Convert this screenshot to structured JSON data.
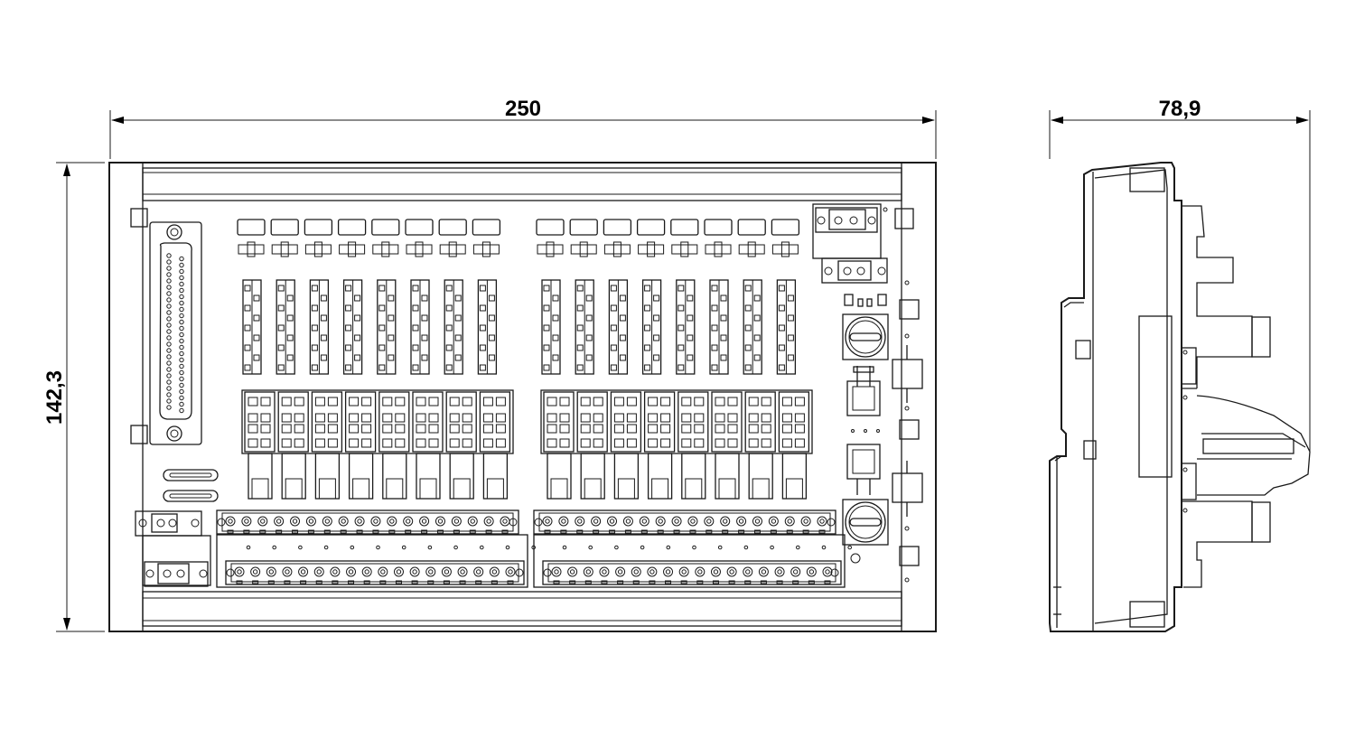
{
  "dimensions": {
    "width": "250",
    "height": "142,3",
    "depth": "78,9"
  }
}
